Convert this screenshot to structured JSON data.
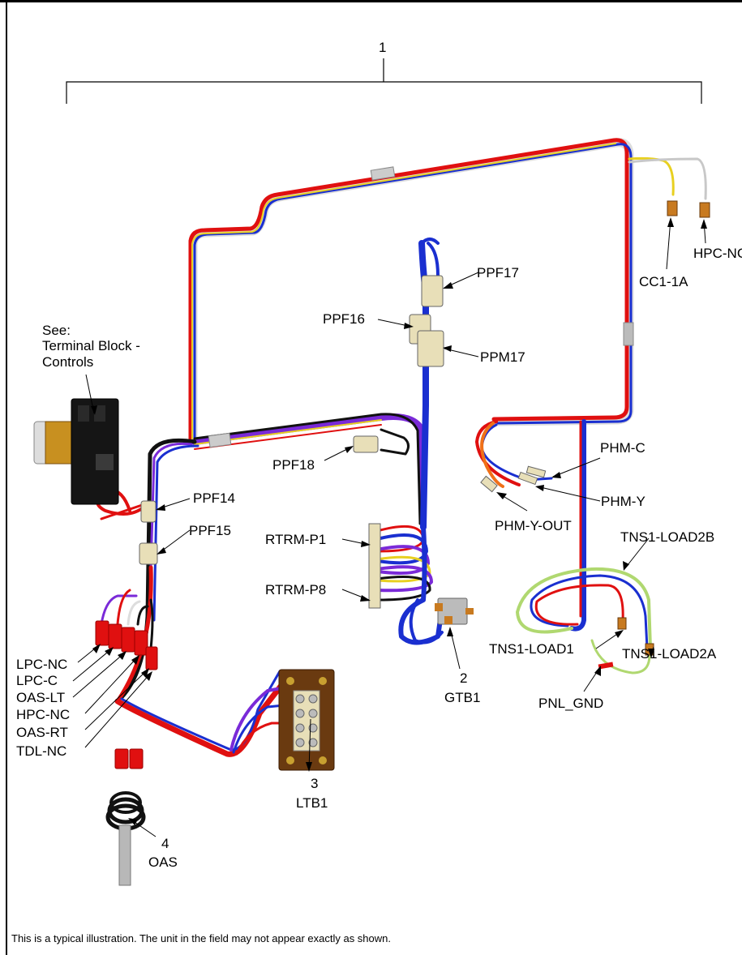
{
  "bracket": {
    "item": "1"
  },
  "note": {
    "see_line1": "See:",
    "see_line2": "Terminal Block -",
    "see_line3": "Controls"
  },
  "items": [
    {
      "num": "2",
      "name": "GTB1"
    },
    {
      "num": "3",
      "name": "LTB1"
    },
    {
      "num": "4",
      "name": "OAS"
    }
  ],
  "labels": {
    "hpc_nc_top": "HPC-NC",
    "cc1_1a": "CC1-1A",
    "ppf17": "PPF17",
    "ppf16": "PPF16",
    "ppm17": "PPM17",
    "ppf18": "PPF18",
    "ppf14": "PPF14",
    "ppf15": "PPF15",
    "rtrm_p1": "RTRM-P1",
    "rtrm_p8": "RTRM-P8",
    "phm_c": "PHM-C",
    "phm_y": "PHM-Y",
    "phm_y_out": "PHM-Y-OUT",
    "tns1_load2b": "TNS1-LOAD2B",
    "tns1_load1": "TNS1-LOAD1",
    "tns1_load2a": "TNS1-LOAD2A",
    "pnl_gnd": "PNL_GND",
    "lpc_nc": "LPC-NC",
    "lpc_c": "LPC-C",
    "oas_lt": "OAS-LT",
    "hpc_nc_left": "HPC-NC",
    "oas_rt": "OAS-RT",
    "tdl_nc": "TDL-NC"
  },
  "footer": "This is a typical illustration.  The unit in the field may not appear exactly as shown.",
  "colors": {
    "red": "#e01010",
    "blue": "#1a2fd0",
    "purple": "#7a2ad8",
    "yellow": "#e8d020",
    "black": "#111111",
    "white": "#dddddd",
    "orange": "#f07018",
    "green": "#b0d870",
    "brown": "#7a4a1a",
    "connector": "#e8dfb8"
  }
}
